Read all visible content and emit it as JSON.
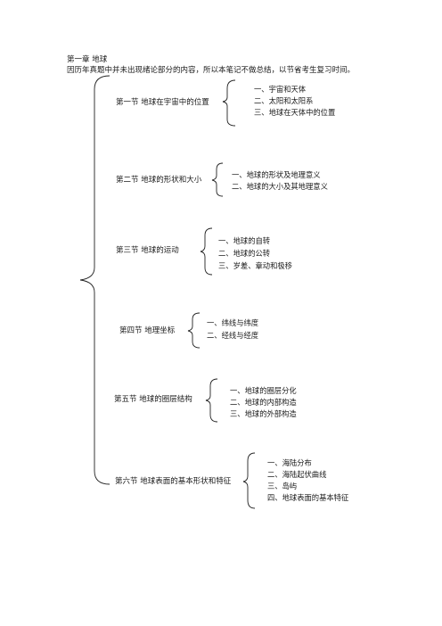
{
  "chapter": {
    "title": "第一章 地球",
    "note": "因历年真题中并未出现绪论部分的内容，所以本笔记不做总结，以节省考生复习时间。"
  },
  "sections": [
    {
      "title": "第一节 地球在宇宙中的位置",
      "items": [
        "一、宇宙和天体",
        "二、太阳和太阳系",
        "三、地球在天体中的位置"
      ]
    },
    {
      "title": "第二节 地球的形状和大小",
      "items": [
        "一、地球的形状及地理意义",
        "二、地球的大小及其地理意义"
      ]
    },
    {
      "title": "第三节 地球的运动",
      "items": [
        "一、地球的自转",
        "二、地球的公转",
        "三、岁差、章动和极移"
      ]
    },
    {
      "title": "第四节 地理坐标",
      "items": [
        "一、纬线与纬度",
        "二、经线与经度"
      ]
    },
    {
      "title": "第五节 地球的圈层结构",
      "items": [
        "一、地球的圈层分化",
        "二、地球的内部构造",
        "三、地球的外部构造"
      ]
    },
    {
      "title": "第六节 地球表面的基本形状和特征",
      "items": [
        "一、海陆分布",
        "二、海陆起伏曲线",
        "三、岛屿",
        "四、地球表面的基本特征"
      ]
    }
  ]
}
